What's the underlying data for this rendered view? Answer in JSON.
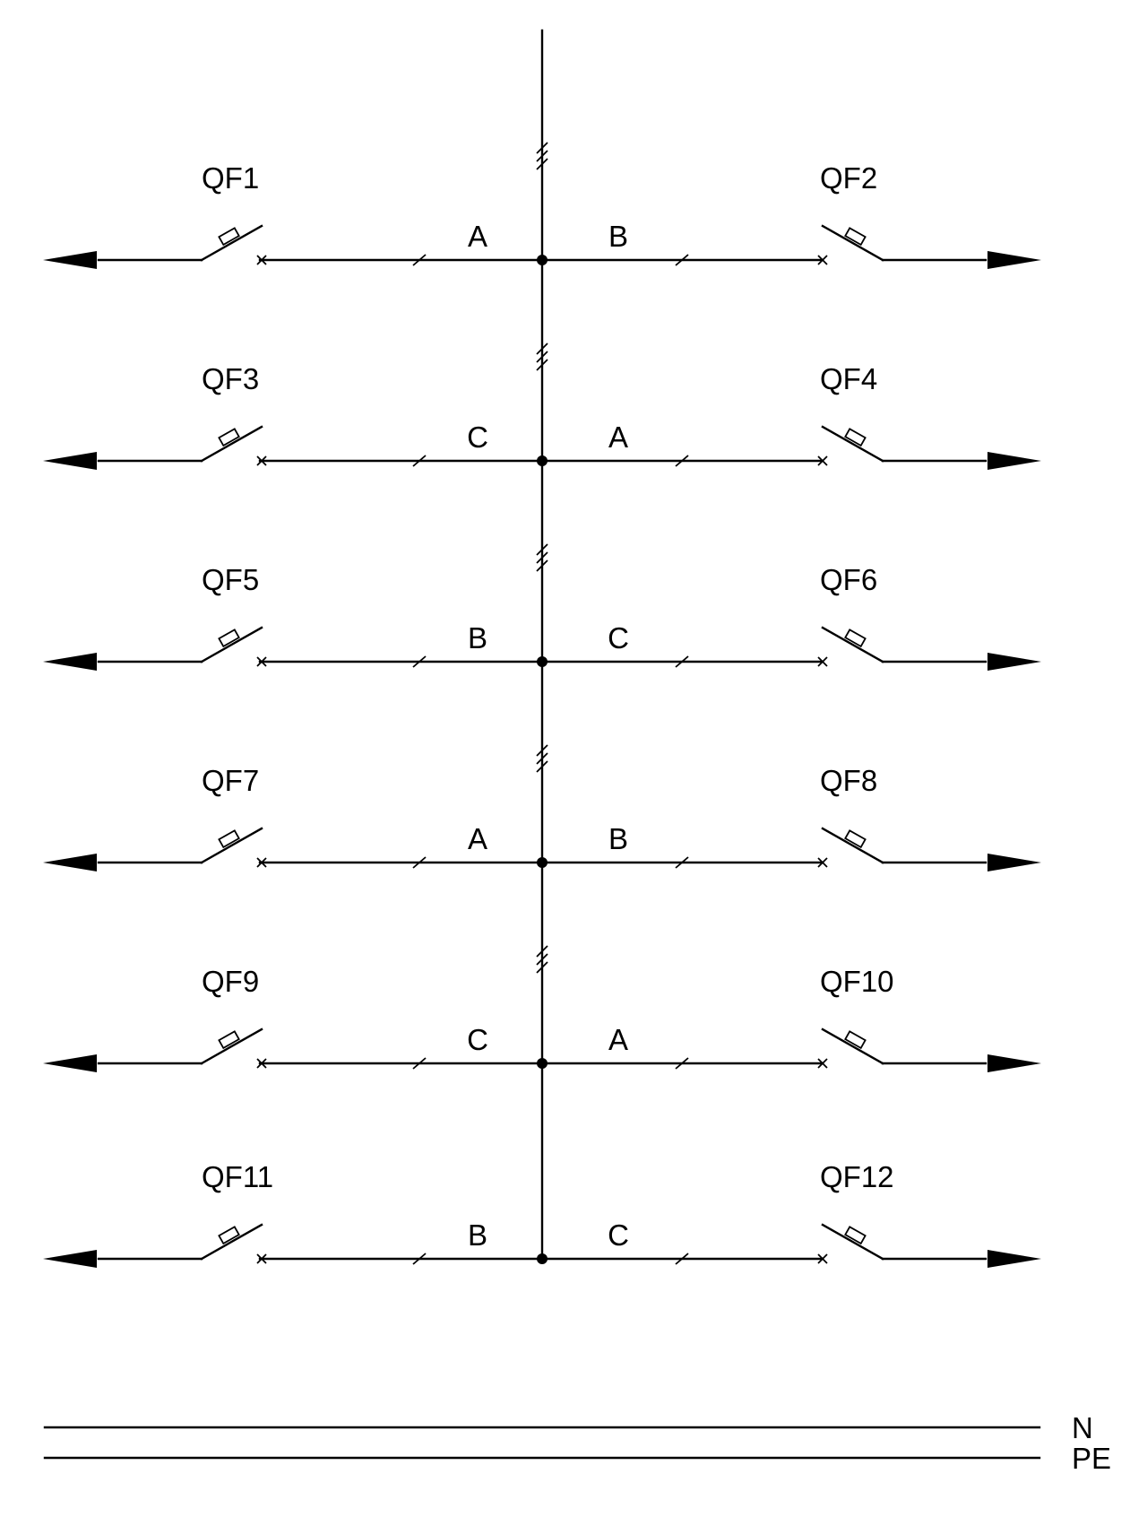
{
  "diagram": {
    "rows": [
      {
        "left": {
          "breaker": "QF1",
          "phase": "A"
        },
        "right": {
          "breaker": "QF2",
          "phase": "B"
        }
      },
      {
        "left": {
          "breaker": "QF3",
          "phase": "C"
        },
        "right": {
          "breaker": "QF4",
          "phase": "A"
        }
      },
      {
        "left": {
          "breaker": "QF5",
          "phase": "B"
        },
        "right": {
          "breaker": "QF6",
          "phase": "C"
        }
      },
      {
        "left": {
          "breaker": "QF7",
          "phase": "A"
        },
        "right": {
          "breaker": "QF8",
          "phase": "B"
        }
      },
      {
        "left": {
          "breaker": "QF9",
          "phase": "C"
        },
        "right": {
          "breaker": "QF10",
          "phase": "A"
        }
      },
      {
        "left": {
          "breaker": "QF11",
          "phase": "B"
        },
        "right": {
          "breaker": "QF12",
          "phase": "C"
        }
      }
    ],
    "busbars": {
      "neutral": "N",
      "protective_earth": "PE"
    }
  }
}
